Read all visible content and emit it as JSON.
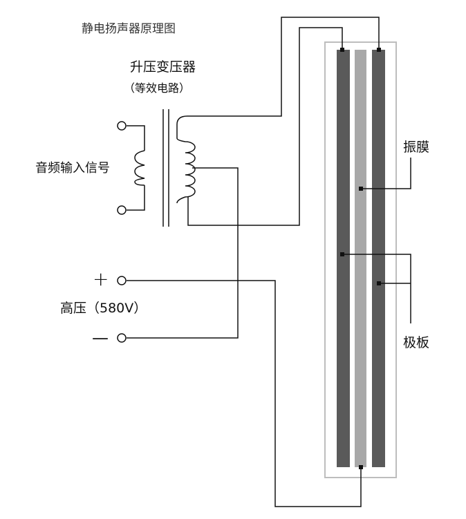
{
  "labels": {
    "title": "静电扬声器原理图",
    "transformer": "升压变压器",
    "transformer_note": "（等效电路）",
    "audio_input": "音频输入信号",
    "high_voltage": "高压（580V）",
    "diaphragm": "振膜",
    "electrode": "极板",
    "plus": "+",
    "minus": "—"
  },
  "colors": {
    "line": "#111111",
    "electrode": "#5a5a5a",
    "diaphragm": "#a8a8a8",
    "frame": "#bdbdbd"
  }
}
